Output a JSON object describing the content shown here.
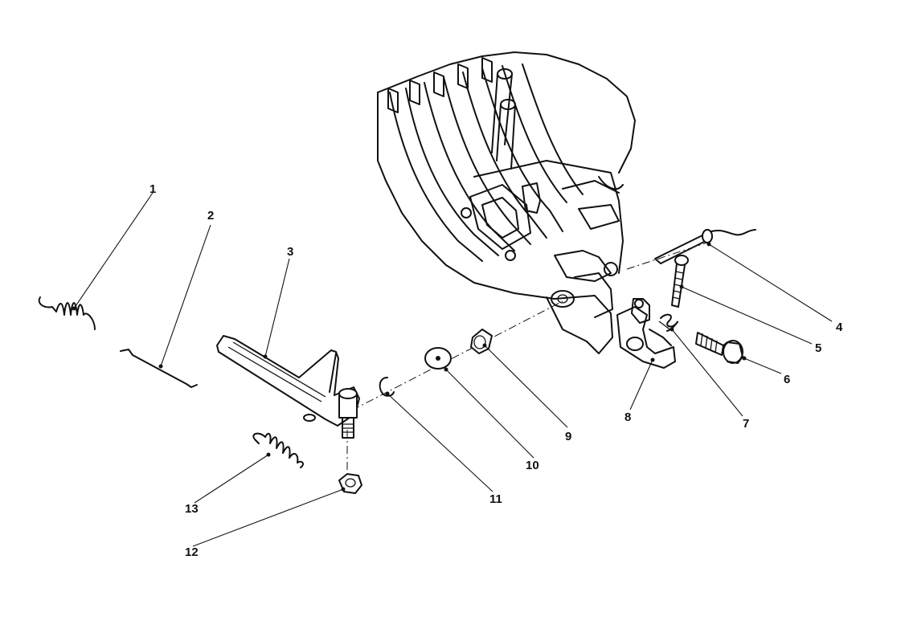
{
  "diagram": {
    "callouts": [
      {
        "id": "1",
        "label": "1"
      },
      {
        "id": "2",
        "label": "2"
      },
      {
        "id": "3",
        "label": "3"
      },
      {
        "id": "4",
        "label": "4"
      },
      {
        "id": "5",
        "label": "5"
      },
      {
        "id": "6",
        "label": "6"
      },
      {
        "id": "7",
        "label": "7"
      },
      {
        "id": "8",
        "label": "8"
      },
      {
        "id": "9",
        "label": "9"
      },
      {
        "id": "10",
        "label": "10"
      },
      {
        "id": "11",
        "label": "11"
      },
      {
        "id": "12",
        "label": "12"
      },
      {
        "id": "13",
        "label": "13"
      }
    ]
  }
}
